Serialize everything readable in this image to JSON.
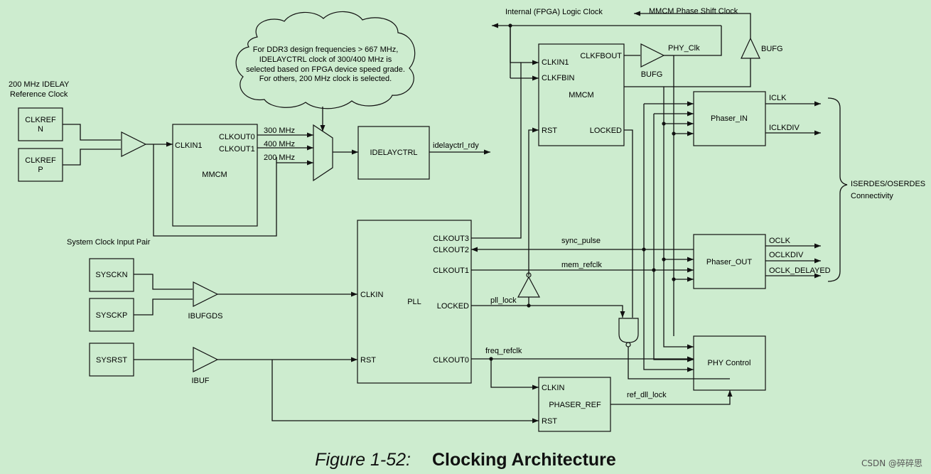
{
  "labels": {
    "idelay_ref_1": "200 MHz IDELAY",
    "idelay_ref_2": "Reference Clock",
    "clkrefn_1": "CLKREF",
    "clkrefn_2": "N",
    "clkrefp_1": "CLKREF",
    "clkrefp_2": "P",
    "mmcm1_clkin1": "CLKIN1",
    "mmcm1_clkout0": "CLKOUT0",
    "mmcm1_clkout1": "CLKOUT1",
    "mmcm1_name": "MMCM",
    "f300": "300 MHz",
    "f400": "400 MHz",
    "f200": "200 MHz",
    "note_1": "For DDR3 design frequencies > 667 MHz,",
    "note_2": "IDELAYCTRL clock of 300/400 MHz is",
    "note_3": "selected based on FPGA device speed grade.",
    "note_4": "For others, 200 MHz clock is selected.",
    "idelayctrl": "IDELAYCTRL",
    "idelayctrl_rdy": "idelayctrl_rdy",
    "sys_clk_pair": "System Clock Input Pair",
    "sysckn": "SYSCKN",
    "sysckp": "SYSCKP",
    "sysrst": "SYSRST",
    "ibufgds": "IBUFGDS",
    "ibuf": "IBUF",
    "pll_clkin": "CLKIN",
    "pll_rst": "RST",
    "pll_name": "PLL",
    "pll_clkout3": "CLKOUT3",
    "pll_clkout2": "CLKOUT2",
    "pll_clkout1": "CLKOUT1",
    "pll_locked": "LOCKED",
    "pll_clkout0": "CLKOUT0",
    "int_logic_clk": "Internal (FPGA) Logic Clock",
    "mmcm_phase_shift": "MMCM Phase Shift Clock",
    "mmcm2_clkin1": "CLKIN1",
    "mmcm2_clkfbin": "CLKFBIN",
    "mmcm2_name": "MMCM",
    "mmcm2_rst": "RST",
    "mmcm2_clkfbout": "CLKFBOUT",
    "mmcm2_locked": "LOCKED",
    "bufg_1": "BUFG",
    "bufg_2": "BUFG",
    "phy_clk": "PHY_Clk",
    "phaser_in": "Phaser_IN",
    "iclk": "ICLK",
    "iclkdiv": "ICLKDIV",
    "phaser_out": "Phaser_OUT",
    "oclk": "OCLK",
    "oclkdiv": "OCLKDIV",
    "oclk_delayed": "OCLK_DELAYED",
    "iserdes_1": "ISERDES/OSERDES",
    "iserdes_2": "Connectivity",
    "sync_pulse": "sync_pulse",
    "mem_refclk": "mem_refclk",
    "pll_lock": "pll_lock",
    "freq_refclk": "freq_refclk",
    "phy_control": "PHY Control",
    "phaser_ref_clkin": "CLKIN",
    "phaser_ref": "PHASER_REF",
    "phaser_ref_rst": "RST",
    "ref_dll_lock": "ref_dll_lock"
  },
  "caption": {
    "number": "Figure 1-52:",
    "title": "Clocking Architecture"
  },
  "watermark": "CSDN @碎碎思"
}
